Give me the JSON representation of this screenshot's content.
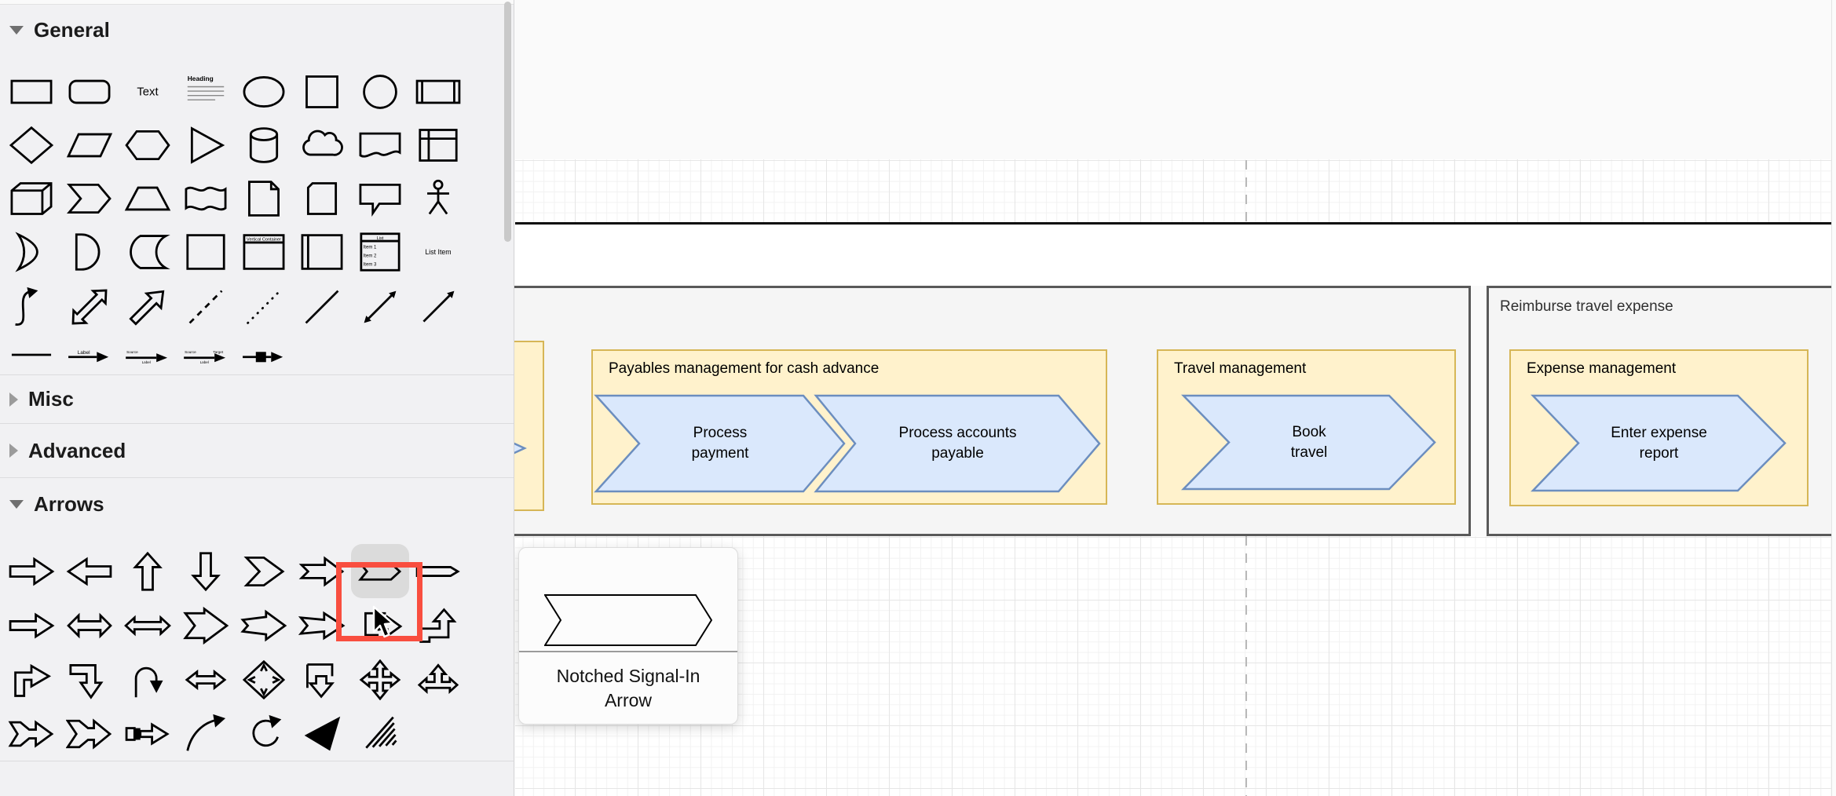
{
  "sidebar": {
    "sections": [
      {
        "id": "general",
        "title": "General",
        "expanded": true,
        "rows": [
          [
            "rectangle",
            "rounded-rectangle",
            "text",
            "textbox",
            "ellipse",
            "square",
            "circle",
            "process"
          ],
          [
            "diamond",
            "parallelogram",
            "hexagon",
            "triangle",
            "cylinder",
            "cloud",
            "document",
            "internal-storage"
          ],
          [
            "cube",
            "step",
            "trapezoid",
            "tape",
            "note",
            "card",
            "callout",
            "actor"
          ],
          [
            "or",
            "and",
            "data-storage",
            "container",
            "vertical-container",
            "horizontal-container",
            "list",
            "list-item"
          ],
          [
            "curve",
            "bidirectional-arrow",
            "arrow",
            "dashed-line",
            "dotted-line",
            "line",
            "bidirectional-connector",
            "directional-connector"
          ],
          [
            "link",
            "label-arrow",
            "connector-label",
            "connector-labels-2",
            "arrow-box"
          ]
        ]
      },
      {
        "id": "misc",
        "title": "Misc",
        "expanded": false,
        "rows": []
      },
      {
        "id": "advanced",
        "title": "Advanced",
        "expanded": false,
        "rows": []
      },
      {
        "id": "arrows",
        "title": "Arrows",
        "expanded": true,
        "highlighted": "notched-signal-in-arrow",
        "rows": [
          [
            "arrow-right",
            "arrow-left",
            "arrow-up",
            "arrow-down",
            "signal-in",
            "notched-right-arrow",
            "notched-signal-in-arrow",
            "thin-arrow"
          ],
          [
            "arrow-right-2",
            "two-way-arrow",
            "two-way-arrow-2",
            "open-arrow",
            "sharp-arrow",
            "sharp-arrow-2",
            "jump-in-arrow",
            "bend-arrow"
          ],
          [
            "turn-right-arrow",
            "turn-down-arrow",
            "u-turn-arrow",
            "two-way-small-arrow",
            "four-way-diamond-arrow",
            "page-down-arrow",
            "four-way-arrow",
            "three-way-arrow"
          ],
          [
            "tailed-arrow",
            "tailed-arrow-notched",
            "boxed-arrow",
            "curved-arrow",
            "rotate-arrow",
            "solid-arrowhead",
            "striped-triangle"
          ]
        ]
      }
    ],
    "icon_labels": {
      "text": "Text",
      "heading": "Heading",
      "list_title": "List",
      "list_items": [
        "Item 1",
        "Item 2",
        "Item 3"
      ],
      "list_item": "List Item",
      "vertical_container": "Vertical Container",
      "label": "Label",
      "source": "Source",
      "target": "Target"
    }
  },
  "tooltip": {
    "shape": "notched-signal-in-arrow",
    "label": "Notched Signal-In Arrow"
  },
  "canvas": {
    "pools": [
      {
        "label": ""
      },
      {
        "label": "Reimburse travel expense"
      }
    ],
    "groups": [
      {
        "id": "payables",
        "title": "Payables management for cash advance"
      },
      {
        "id": "travel",
        "title": "Travel management"
      },
      {
        "id": "expense",
        "title": "Expense management"
      }
    ],
    "steps": [
      {
        "label": "Process\npayment"
      },
      {
        "label": "Process accounts\npayable"
      },
      {
        "label": "Book\ntravel"
      },
      {
        "label": "Enter expense\nreport"
      }
    ],
    "palette": {
      "yellow_fill": "#FFF2CC",
      "yellow_stroke": "#D6B656",
      "blue_fill": "#DAE8FC",
      "blue_stroke": "#6C8EBF",
      "pool_fill": "#F5F5F5",
      "pool_stroke": "#595959",
      "highlight_red": "#F94E3F",
      "grid_minor": "#F2F2F2",
      "grid_major": "#E6E6E6",
      "page_break": "#B9B9B9"
    }
  }
}
